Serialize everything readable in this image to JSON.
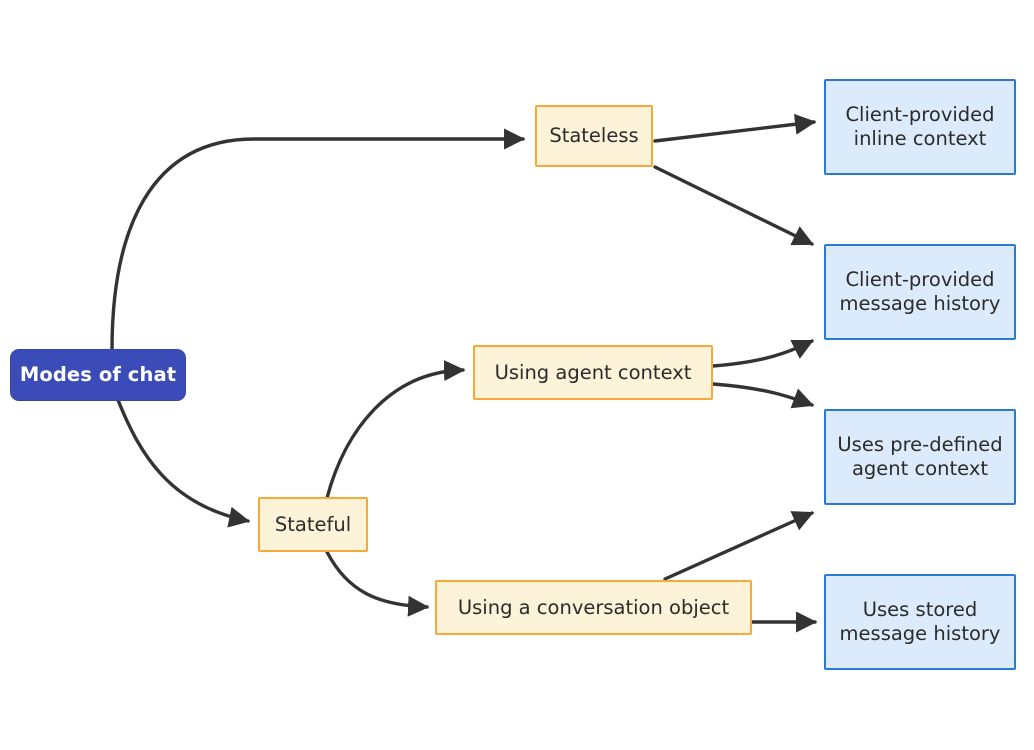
{
  "diagram": {
    "title": "Modes of chat",
    "type": "flowchart",
    "direction": "left-to-right",
    "background_color": "#ffffff",
    "edge_color": "#333333",
    "palette": {
      "root_fill": "#3b4bb8",
      "root_border": "#3a45a8",
      "root_text": "#ffffff",
      "step_fill": "#fdf3d8",
      "step_border": "#f9a938",
      "outcome_fill": "#dcebfb",
      "outcome_border": "#2a7ad2",
      "node_text": "#2b2b2b"
    }
  },
  "nodes": {
    "root": {
      "label": "Modes of chat",
      "kind": "root"
    },
    "stateless": {
      "label": "Stateless",
      "kind": "step"
    },
    "stateful": {
      "label": "Stateful",
      "kind": "step"
    },
    "agent_context": {
      "label": "Using agent context",
      "kind": "step"
    },
    "conversation_object": {
      "label": "Using a conversation object",
      "kind": "step"
    },
    "inline_context": {
      "label": "Client-provided\ninline context",
      "kind": "outcome"
    },
    "client_message_history": {
      "label": "Client-provided\nmessage history",
      "kind": "outcome"
    },
    "predefined_agent_context": {
      "label": "Uses pre-defined\nagent context",
      "kind": "outcome"
    },
    "stored_message_history": {
      "label": "Uses stored\nmessage history",
      "kind": "outcome"
    }
  },
  "edges": [
    {
      "from": "root",
      "to": "stateless",
      "label": ""
    },
    {
      "from": "root",
      "to": "stateful",
      "label": ""
    },
    {
      "from": "stateless",
      "to": "inline_context",
      "label": ""
    },
    {
      "from": "stateless",
      "to": "client_message_history",
      "label": ""
    },
    {
      "from": "stateful",
      "to": "agent_context",
      "label": ""
    },
    {
      "from": "stateful",
      "to": "conversation_object",
      "label": ""
    },
    {
      "from": "agent_context",
      "to": "client_message_history",
      "label": ""
    },
    {
      "from": "agent_context",
      "to": "predefined_agent_context",
      "label": ""
    },
    {
      "from": "conversation_object",
      "to": "predefined_agent_context",
      "label": ""
    },
    {
      "from": "conversation_object",
      "to": "stored_message_history",
      "label": ""
    }
  ]
}
